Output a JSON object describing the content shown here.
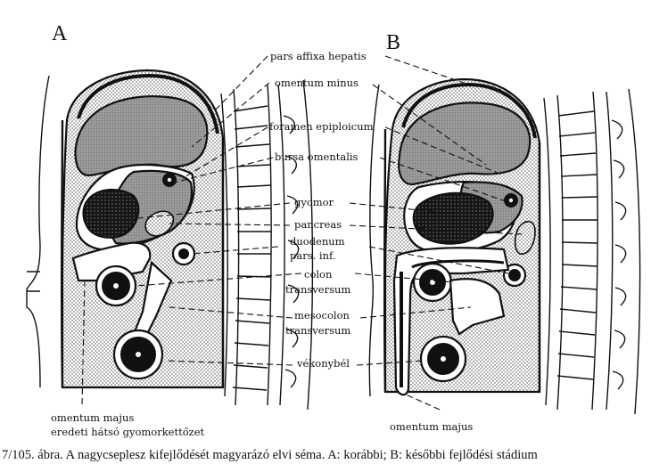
{
  "panels": {
    "a": "A",
    "b": "B"
  },
  "labels": {
    "pars_affixa": "pars affixa hepatis",
    "omentum_minus": "omentum minus",
    "foramen": "foramen epiploicum",
    "bursa": "bursa omentalis",
    "gyomor": "gyomor",
    "pancreas": "pancreas",
    "duodenum": "duodenum",
    "pars_inf": "pars. inf.",
    "colon": "colon",
    "transversum1": "transversum",
    "mesocolon": "mesocolon",
    "transversum2": "transversum",
    "vekonybel": "vékonybél",
    "omentum_majus_a": "omentum majus",
    "eredeti": "eredeti hátsó gyomorkettőzet",
    "omentum_majus_b": "omentum majus"
  },
  "caption": "7/105. ábra. A nagycseplesz kifejlődését magyarázó elvi séma. A: korábbi; B: későbbi fejlődési stádium"
}
